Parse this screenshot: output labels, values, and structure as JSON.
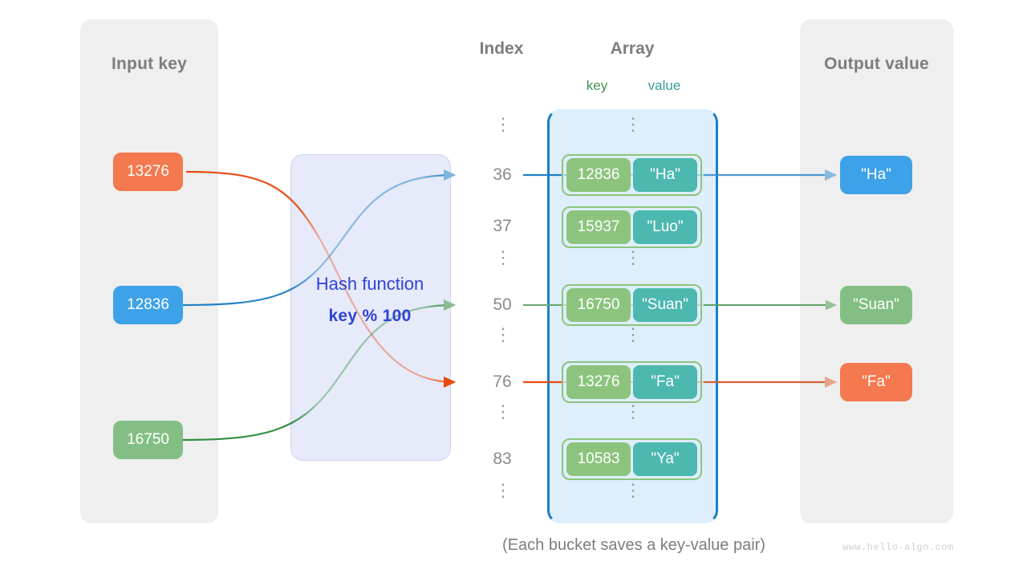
{
  "panels": {
    "input": {
      "title": "Input key"
    },
    "output": {
      "title": "Output value"
    }
  },
  "headings": {
    "index": "Index",
    "array": "Array",
    "key": "key",
    "value": "value"
  },
  "hash_function": {
    "title": "Hash function",
    "formula": "key % 100"
  },
  "input_keys": [
    {
      "label": "13276",
      "color": "#f4794e"
    },
    {
      "label": "12836",
      "color": "#3ea2e8"
    },
    {
      "label": "16750",
      "color": "#83bf84"
    }
  ],
  "output_values": [
    {
      "label": "\"Ha\"",
      "color": "#3ea2e8"
    },
    {
      "label": "\"Suan\"",
      "color": "#83bf84"
    },
    {
      "label": "\"Fa\"",
      "color": "#f4794e"
    }
  ],
  "index_labels": [
    "36",
    "37",
    "50",
    "76",
    "83"
  ],
  "ellipsis_glyph": "⋮",
  "buckets": [
    {
      "key": "12836",
      "value": "\"Ha\""
    },
    {
      "key": "15937",
      "value": "\"Luo\""
    },
    {
      "key": "16750",
      "value": "\"Suan\""
    },
    {
      "key": "13276",
      "value": "\"Fa\""
    },
    {
      "key": "10583",
      "value": "\"Ya\""
    }
  ],
  "caption": "(Each bucket saves a key-value pair)",
  "watermark": "www.hello-algo.com",
  "colors": {
    "orange": "#e8490f",
    "blue": "#1d7fc4",
    "green": "#2f8b3f",
    "bucket_key": "#8cc47e",
    "bucket_value": "#4cb8b0",
    "array_bg": "#deeefb",
    "array_border": "#1d7fc4",
    "hash_bg": "#e6eaf9",
    "hash_text": "#2f43d8",
    "panel_bg": "#efefef",
    "label_gray": "#7d7d7d"
  }
}
